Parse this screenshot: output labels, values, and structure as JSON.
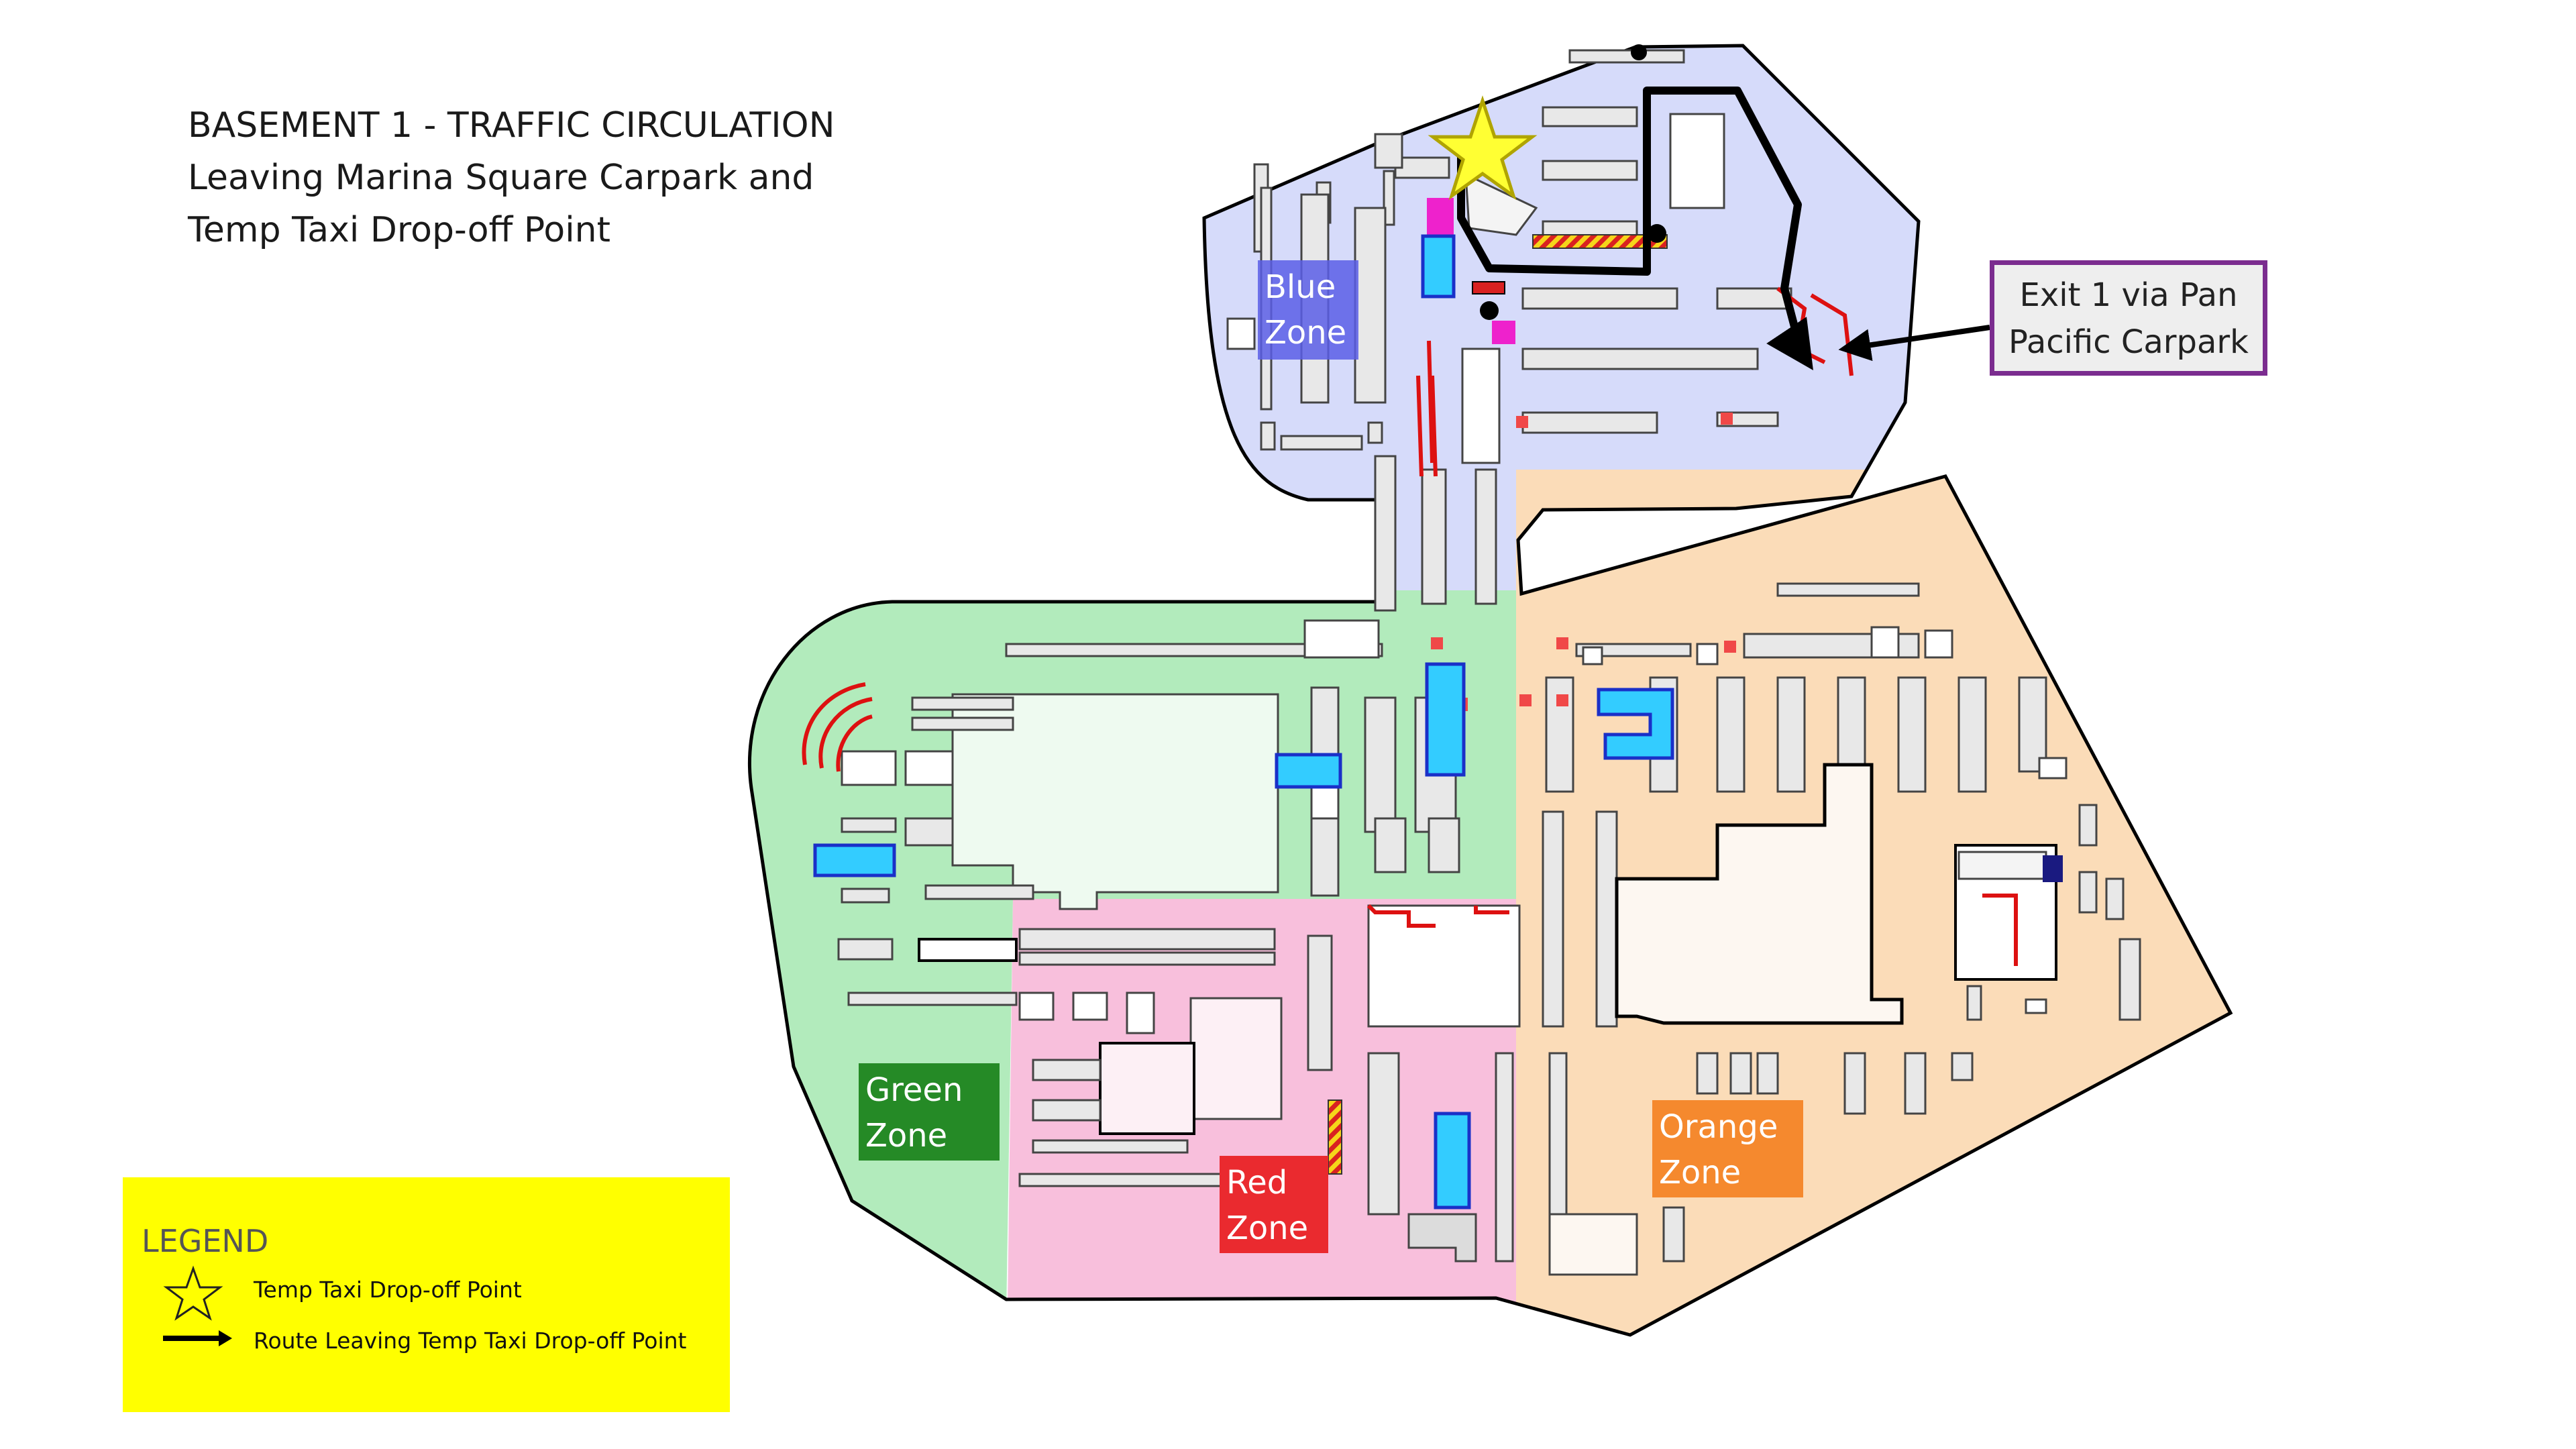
{
  "title": {
    "line1": "BASEMENT 1 - TRAFFIC  CIRCULATION",
    "line2": "Leaving Marina Square Carpark and",
    "line3": "Temp Taxi Drop-off Point"
  },
  "zones": {
    "blue": {
      "line1": "Blue",
      "line2": "Zone",
      "color": "#5a5ee6",
      "fill": "#d6dbfa"
    },
    "green": {
      "line1": "Green",
      "line2": "Zone",
      "color": "#258a26",
      "fill": "#b2ebbc"
    },
    "red": {
      "line1": "Red",
      "line2": "Zone",
      "color": "#ea2a2f",
      "fill": "#f8bfdc"
    },
    "orange": {
      "line1": "Orange",
      "line2": "Zone",
      "color": "#f4801f",
      "fill": "#fbdcb8"
    }
  },
  "exit": {
    "line1": "Exit 1 via Pan",
    "line2": "Pacific Carpark",
    "border_color": "#7b2c8f"
  },
  "legend": {
    "title": "LEGEND",
    "items": [
      {
        "icon": "star-icon",
        "label": "Temp  Taxi Drop-off Point"
      },
      {
        "icon": "arrow-right-icon",
        "label": "Route  Leaving Temp  Taxi Drop-off Point"
      }
    ],
    "background": "#ffff00"
  },
  "colors": {
    "route": "#000000",
    "taxi_star": "#ffff33",
    "lift_lobby": "#33ccff",
    "ticket_machine": "#ee22cc",
    "ramp_line": "#dd1111"
  }
}
